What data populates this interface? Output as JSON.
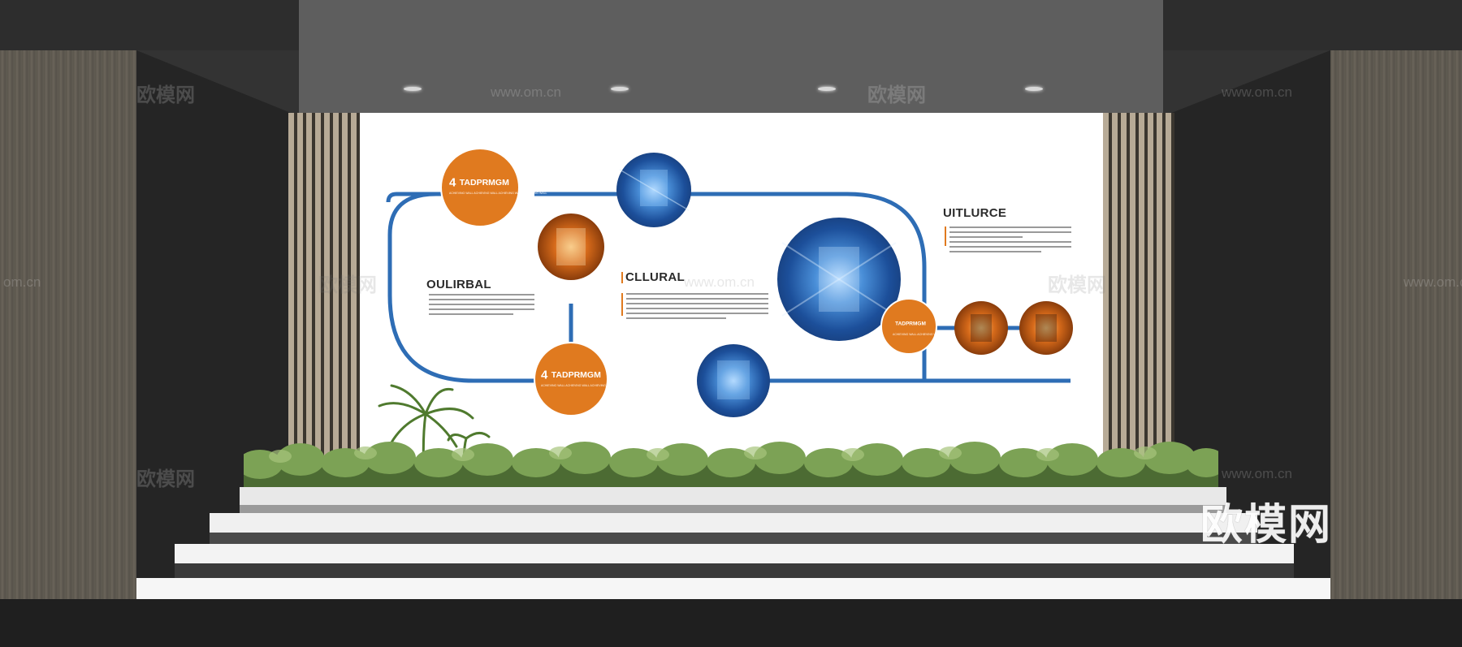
{
  "wall": {
    "section_left": {
      "heading": "OULIRBAL"
    },
    "section_center": {
      "heading": "CLLURAL"
    },
    "section_right": {
      "heading": "UITLURCE"
    },
    "circle_top": {
      "number": "4",
      "title": "TADPRMGM",
      "subtitle": "ACHIEVING WALL  ACHIEVING WALL ACHIEVING WALL ACHIEVING WALL"
    },
    "circle_bottom": {
      "number": "4",
      "title": "TADPRMGM",
      "subtitle": "ACHIEVING WALL  ACHIEVING WALL ACHIEVING WALL ACHIEVING WALL"
    },
    "circle_right": {
      "title": "TADPRMGM",
      "subtitle": "ACHIEVING WALL ACHIEVING WALL"
    }
  },
  "watermarks": {
    "brand": "欧模网",
    "url": "www.om.cn",
    "url_short": "om.cn"
  },
  "colors": {
    "orange": "#e07a1f",
    "blue": "#2e6db5",
    "wall": "#ffffff"
  }
}
